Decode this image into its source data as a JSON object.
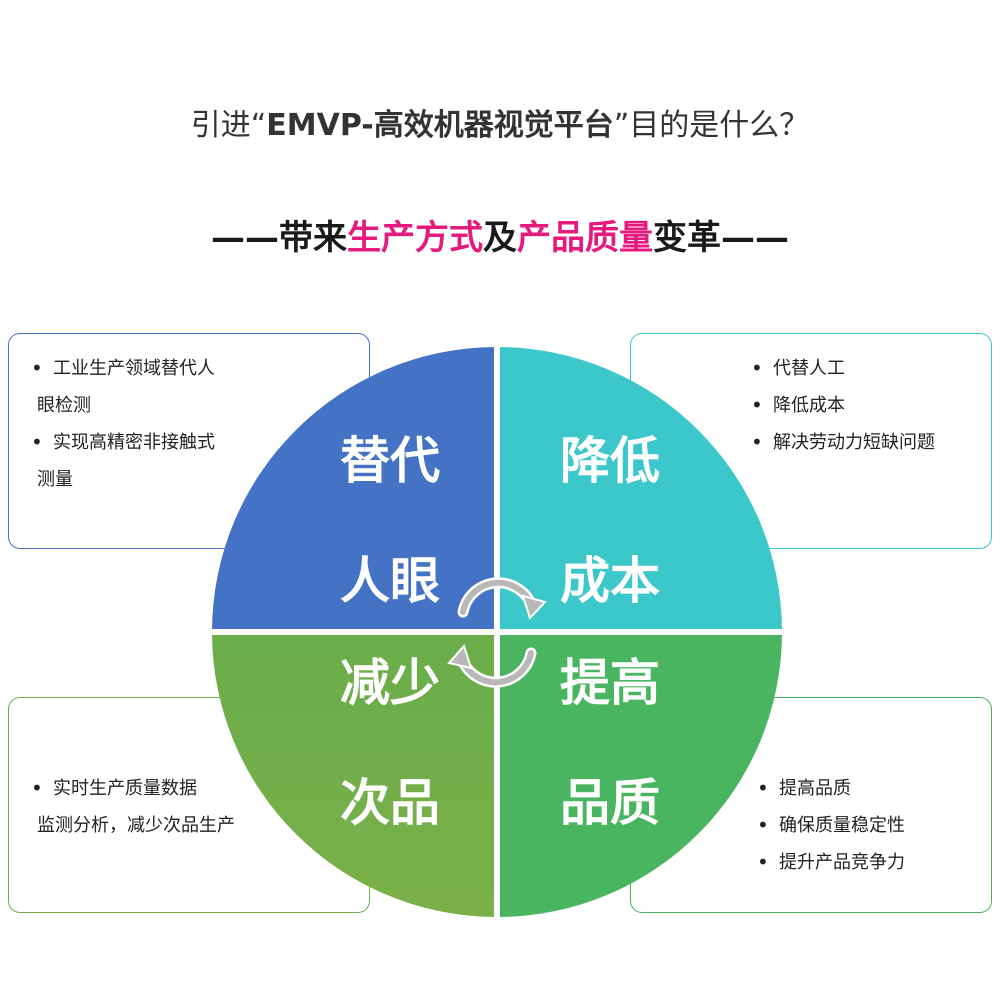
{
  "header": {
    "question_prefix": "引进“",
    "question_brand": "EMVP-高效机器视觉平台",
    "question_suffix": "”目的是什么？"
  },
  "subtitle": {
    "dash_left": "——",
    "part1": "带来",
    "highlight1": "生产方式",
    "part2": "及",
    "highlight2": "产品质量",
    "part3": "变革",
    "dash_right": "——"
  },
  "quadrants": {
    "top_left": {
      "line1": "替代",
      "line2": "人眼",
      "color": "#4472c4"
    },
    "top_right": {
      "line1": "降低",
      "line2": "成本",
      "color": "#3cc8cb"
    },
    "bottom_left": {
      "line1": "减少",
      "line2": "次品",
      "color": "#70ad47"
    },
    "bottom_right": {
      "line1": "提高",
      "line2": "品质",
      "color": "#4ab560"
    }
  },
  "cards": {
    "top_left": {
      "item1_a": "工业生产领域替代人",
      "item1_b": "眼检测",
      "item2_a": "实现高精密非接触式",
      "item2_b": "测量"
    },
    "top_right": {
      "item1": "代替人工",
      "item2": "降低成本",
      "item3": "解决劳动力短缺问题"
    },
    "bottom_left": {
      "item1_a": "实时生产质量数据",
      "item1_b": "监测分析，减少次品生产"
    },
    "bottom_right": {
      "item1": "提高品质",
      "item2": "确保质量稳定性",
      "item3": "提升产品竞争力"
    }
  },
  "accent_color": "#e6197e"
}
